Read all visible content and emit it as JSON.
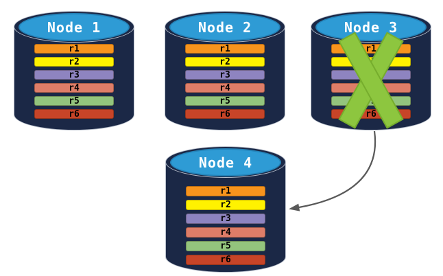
{
  "diagram": {
    "type": "database-replication-failover",
    "nodes": [
      {
        "label": "Node 1",
        "failed": false,
        "replicas": [
          "r1",
          "r2",
          "r3",
          "r4",
          "r5",
          "r6"
        ]
      },
      {
        "label": "Node 2",
        "failed": false,
        "replicas": [
          "r1",
          "r2",
          "r3",
          "r4",
          "r5",
          "r6"
        ]
      },
      {
        "label": "Node 3",
        "failed": true,
        "replicas": [
          "r1",
          "r2",
          "r3",
          "r4",
          "r5",
          "r6"
        ]
      },
      {
        "label": "Node 4",
        "failed": false,
        "replicas": [
          "r1",
          "r2",
          "r3",
          "r4",
          "r5",
          "r6"
        ]
      }
    ],
    "replica_colors": [
      "#F7941D",
      "#FFF200",
      "#8E84C0",
      "#DE7D68",
      "#93C47D",
      "#C74428"
    ],
    "arrow": {
      "from": "Node 3",
      "to": "Node 4"
    },
    "colors": {
      "cylinder_body": "#1B2846",
      "cylinder_top": "#2E9BD5",
      "title_text": "#FFFFFF",
      "bar_text": "#000000",
      "failure_x": "#8DC63F",
      "arrow": "#595959",
      "background": "#FFFFFF"
    }
  }
}
